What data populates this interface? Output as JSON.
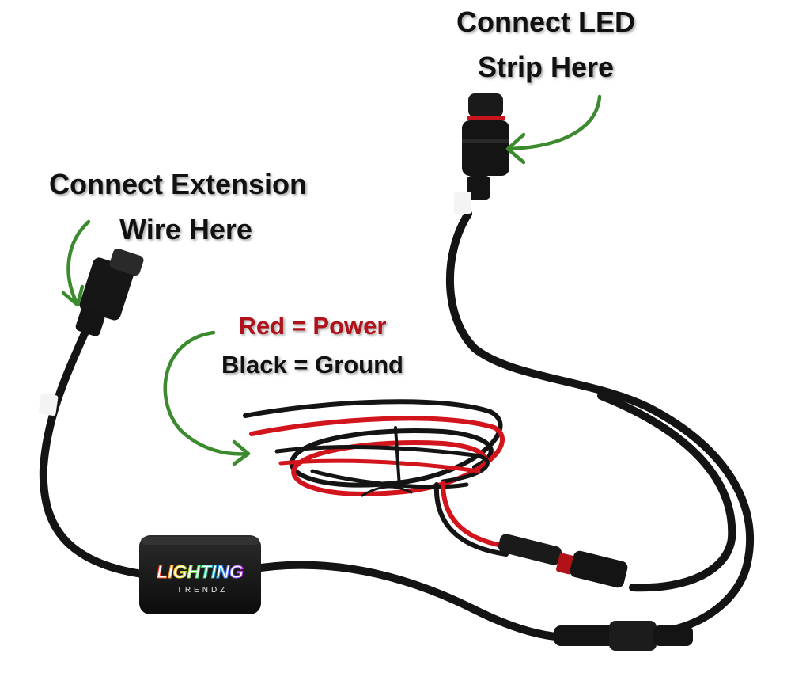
{
  "labels": {
    "led_line1": "Connect LED",
    "led_line2": "Strip  Here",
    "ext_line1": "Connect Extension",
    "ext_line2": "Wire Here",
    "power": "Red = Power",
    "ground": "Black = Ground"
  },
  "logo": {
    "main": "LIGHTING",
    "sub": "TRENDZ"
  },
  "colors": {
    "arrow": "#3b8a2e",
    "power_text": "#b0121b",
    "label_text": "#111111",
    "wire_black": "#141414",
    "wire_red": "#d2141c"
  }
}
